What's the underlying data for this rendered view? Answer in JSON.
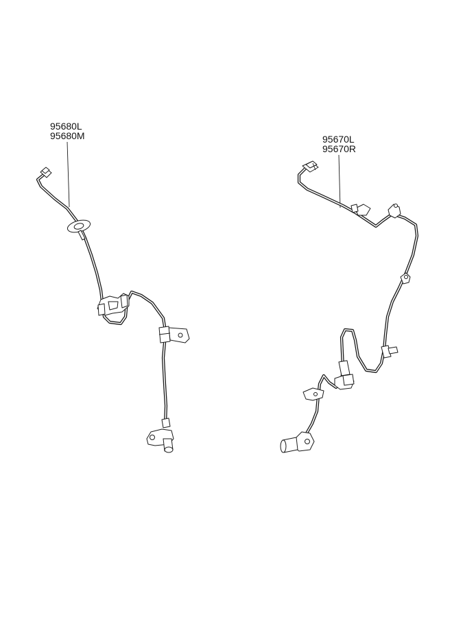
{
  "diagram": {
    "left_assembly": {
      "part_numbers": [
        "95680L",
        "95680M"
      ]
    },
    "right_assembly": {
      "part_numbers": [
        "95670L",
        "95670R"
      ]
    }
  }
}
